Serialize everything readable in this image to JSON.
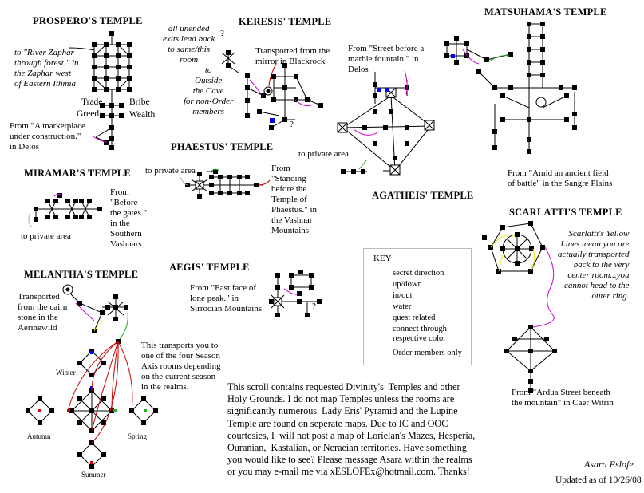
{
  "titles": {
    "prospero": "PROSPERO'S TEMPLE",
    "keresis": "KERESIS' TEMPLE",
    "matsuhama": "MATSUHAMA'S TEMPLE",
    "phaestus": "PHAESTUS' TEMPLE",
    "miramar": "MIRAMAR'S TEMPLE",
    "agatheis": "AGATHEIS' TEMPLE",
    "scarlatti": "SCARLATTI'S TEMPLE",
    "aegis": "AEGIS' TEMPLE",
    "melantha": "MELANTHA'S TEMPLE"
  },
  "prospero": {
    "note": "to \"River Zaphar\nthrough forest.\" in\nthe Zaphar west\nof Eastern Ithmia",
    "trade": "Trade",
    "greed": "Greed",
    "bribe": "Bribe",
    "wealth": "Wealth",
    "from": "From \"A marketplace\nunder construction.\"\nin Delos"
  },
  "keresis": {
    "unended": "all unended\nexits lead back\nto same/this\nroom",
    "cave": "to\nOutside\nthe Cave\nfor non-Order\nmembers",
    "mirror": "Transported from the\nmirror in Blackrock",
    "q1": "?",
    "q2": "?"
  },
  "agatheis": {
    "from": "From \"Street before a\nmarble fountain.\" in\nDelos",
    "private": "to private area"
  },
  "matsuhama": {
    "from": "From \"Amid an ancient field\nof battle\" in the Sangre Plains"
  },
  "phaestus": {
    "private": "to private area",
    "from": "From\n\"Standing\nbefore the\nTemple of\nPhaestus.\" in\nthe Vashnar\nMountains"
  },
  "miramar": {
    "from": "From\n\"Before\nthe gates.\"\nin the\nSouthern\nVashnars",
    "private": "to private area"
  },
  "aegis": {
    "from": "From \"East face of\nlone peak.\" in\nSirrocian Mountains",
    "q": "?"
  },
  "scarlatti": {
    "note": "Scarlatti's Yellow\nLines mean you are\nactually transported\nback to the very\ncenter room...you\ncannot head to the\nouter ring.",
    "from": "From \"Ardua Street beneath\nthe mountain\" in Caer Witrin"
  },
  "melantha": {
    "transported": "Transported\nfrom the cairn\nstone in the\nAerinewild",
    "season_note": "This transports you to\none of the four Season\nAxis rooms depending\non the current season\nin the realms.",
    "winter": "Winter",
    "autumn": "Autumn",
    "spring": "Spring",
    "summer": "Summer"
  },
  "key": {
    "title": "KEY",
    "items": [
      {
        "label": "secret direction",
        "color": "#f2e600"
      },
      {
        "label": "up/down",
        "color": "#d000d0"
      },
      {
        "label": "in/out",
        "color": "#22aa22"
      },
      {
        "label": "water",
        "color": "#0000ee"
      },
      {
        "label": "quest related",
        "color": "#cc0000"
      },
      {
        "label": "connect through\nrespective color",
        "color": "#cc0000"
      },
      {
        "label": "Order members only",
        "color": "#aaaaaa"
      }
    ]
  },
  "scroll_text": "This scroll contains requested Divinity's  Temples and other\nHoly Grounds. I do not map Temples unless the rooms are\nsignificantly numerous. Lady Eris' Pyramid and the Lupine\nTemple are found on seperate maps. Due to IC and OOC\ncourtesies, I  will not post a map of Lorielan's Mazes, Hesperia,\nOuranian,  Kastalian, or Neraeian territories. Have something\nyou would like to see? Please message Asara within the realms\nor you may e-mail me via xESLOFEx@hotmail.com. Thanks!",
  "author": "Asara Eslofe",
  "updated": "Updated as of 10/26/08"
}
